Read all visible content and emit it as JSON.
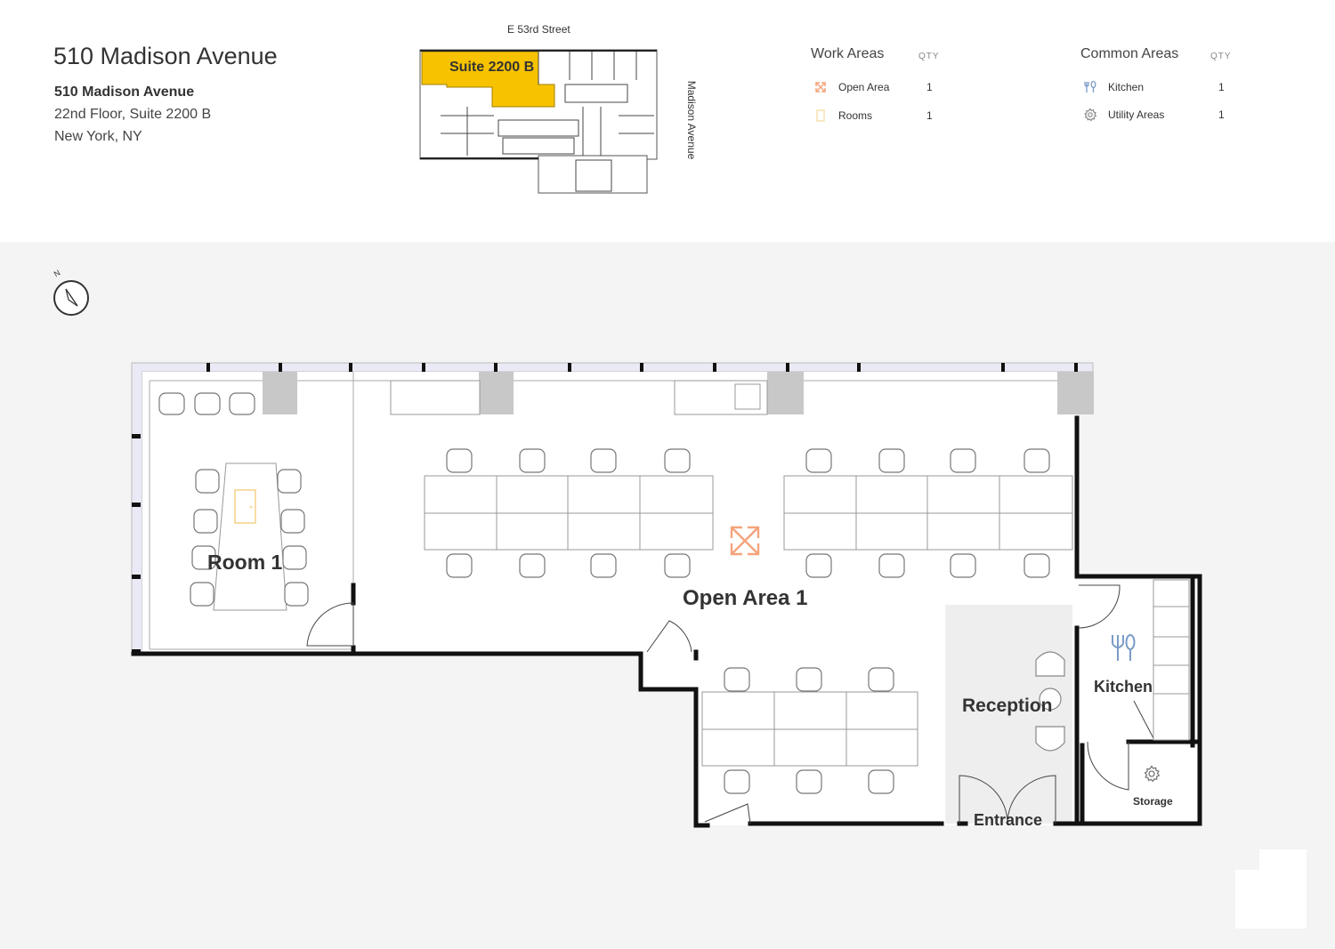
{
  "header": {
    "title": "510 Madison Avenue",
    "address_line1": "510 Madison Avenue",
    "address_line2": "22nd Floor, Suite 2200 B",
    "address_line3": "New York, NY"
  },
  "keyplan": {
    "street_top": "E 53rd Street",
    "street_side": "Madison Avenue",
    "suite_label": "Suite 2200 B",
    "highlight_color": "#f7c200"
  },
  "legend": {
    "work_areas": {
      "title": "Work Areas",
      "qty_header": "QTY",
      "items": [
        {
          "label": "Open Area",
          "qty": "1",
          "icon": "expand-arrows-icon",
          "color": "#f4a47c"
        },
        {
          "label": "Rooms",
          "qty": "1",
          "icon": "door-icon",
          "color": "#f7dca5"
        }
      ]
    },
    "common_areas": {
      "title": "Common Areas",
      "qty_header": "QTY",
      "items": [
        {
          "label": "Kitchen",
          "qty": "1",
          "icon": "utensils-icon",
          "color": "#7a9cc6"
        },
        {
          "label": "Utility Areas",
          "qty": "1",
          "icon": "gear-icon",
          "color": "#888888"
        }
      ]
    }
  },
  "compass": {
    "label": "N",
    "icon": "compass-icon",
    "needle_color": "#f7c200"
  },
  "floorplan": {
    "room1": "Room 1",
    "open_area": "Open Area 1",
    "reception": "Reception",
    "kitchen": "Kitchen",
    "storage": "Storage",
    "entrance": "Entrance"
  }
}
